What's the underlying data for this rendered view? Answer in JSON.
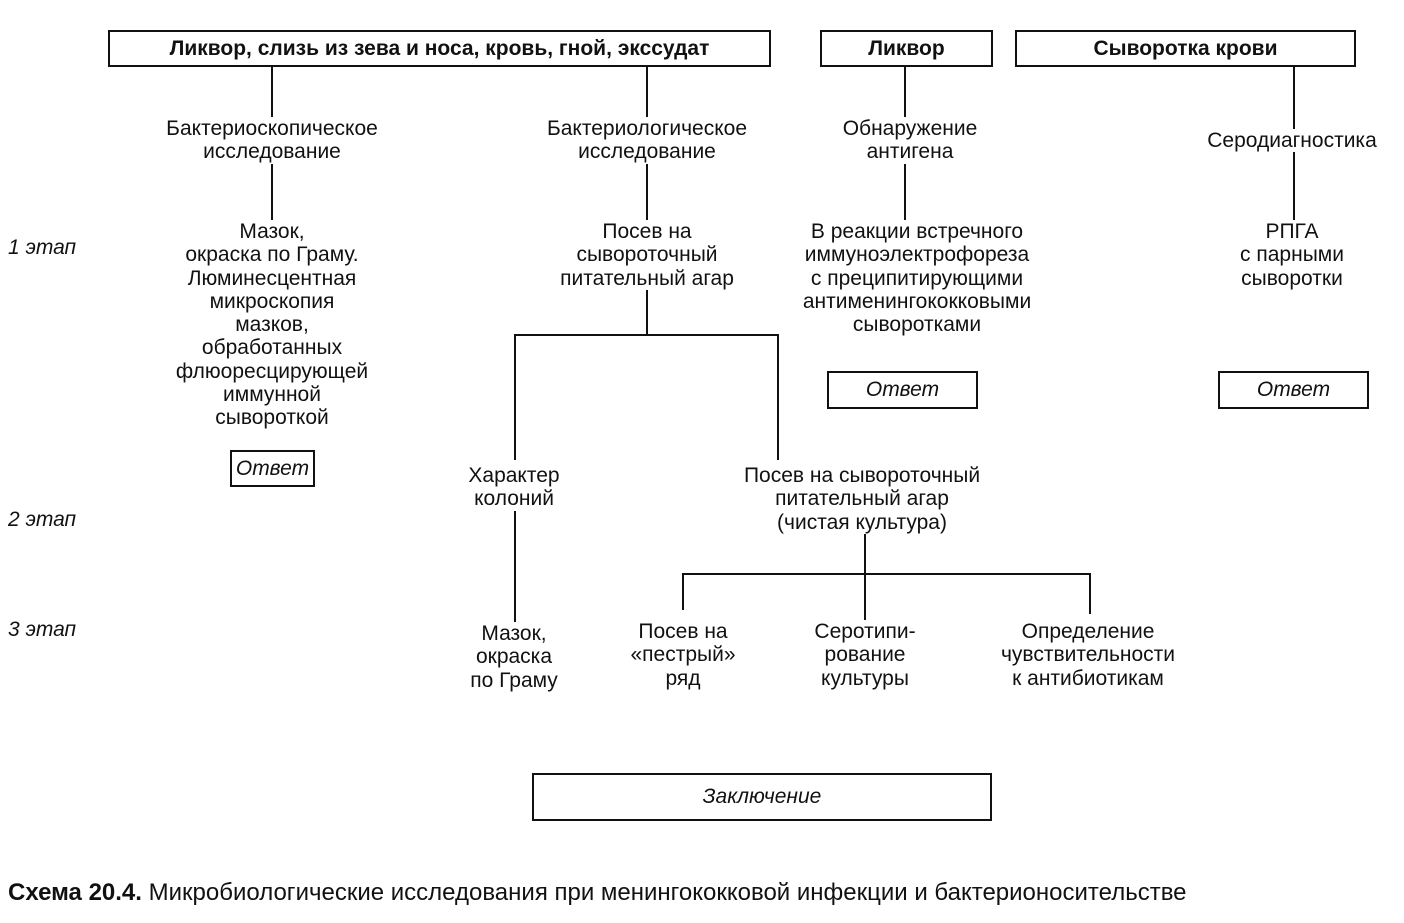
{
  "sources": {
    "materials": "Ликвор, слизь из зева и носа, кровь, гной, экссудат",
    "liquor": "Ликвор",
    "serum": "Сыворотка крови"
  },
  "methods": {
    "bacterioscopic": "Бактериоскопическое\nисследование",
    "bacteriologic": "Бактериологическое\nисследование",
    "antigen": "Обнаружение\nантигена",
    "serodiagnostics": "Серодиагностика"
  },
  "stage1": {
    "smear": "Мазок,\nокраска по Граму.\nЛюминесцентная\nмикроскопия\nмазков,\nобработанных\nфлюоресцирующей\nиммунной\nсывороткой",
    "seeding": "Посев на\nсывороточный\nпитательный агар",
    "counter_ief": "В реакции встречного\nиммуноэлектрофореза\nс преципитирующими\nантименингококковыми\nсыворотками",
    "rpga": "РПГА\nс парными\nсыворотки"
  },
  "stage2": {
    "colonies": "Характер\nколоний",
    "pure_culture": "Посев на сывороточный\nпитательный агар\n(чистая культура)"
  },
  "stage3": {
    "smear": "Мазок,\nокраска\nпо Граму",
    "variegated": "Посев на\n«пестрый»\nряд",
    "serotyping": "Серотипи-\nрование\nкультуры",
    "sensitivity": "Определение\nчувствительности\nк антибиотикам"
  },
  "answer": "Ответ",
  "conclusion": "Заключение",
  "stages": [
    "1 этап",
    "2 этап",
    "3 этап"
  ],
  "caption": {
    "label": "Схема 20.4.",
    "text": " Микробиологические исследования при менингококковой инфекции и бактерионосительстве"
  }
}
